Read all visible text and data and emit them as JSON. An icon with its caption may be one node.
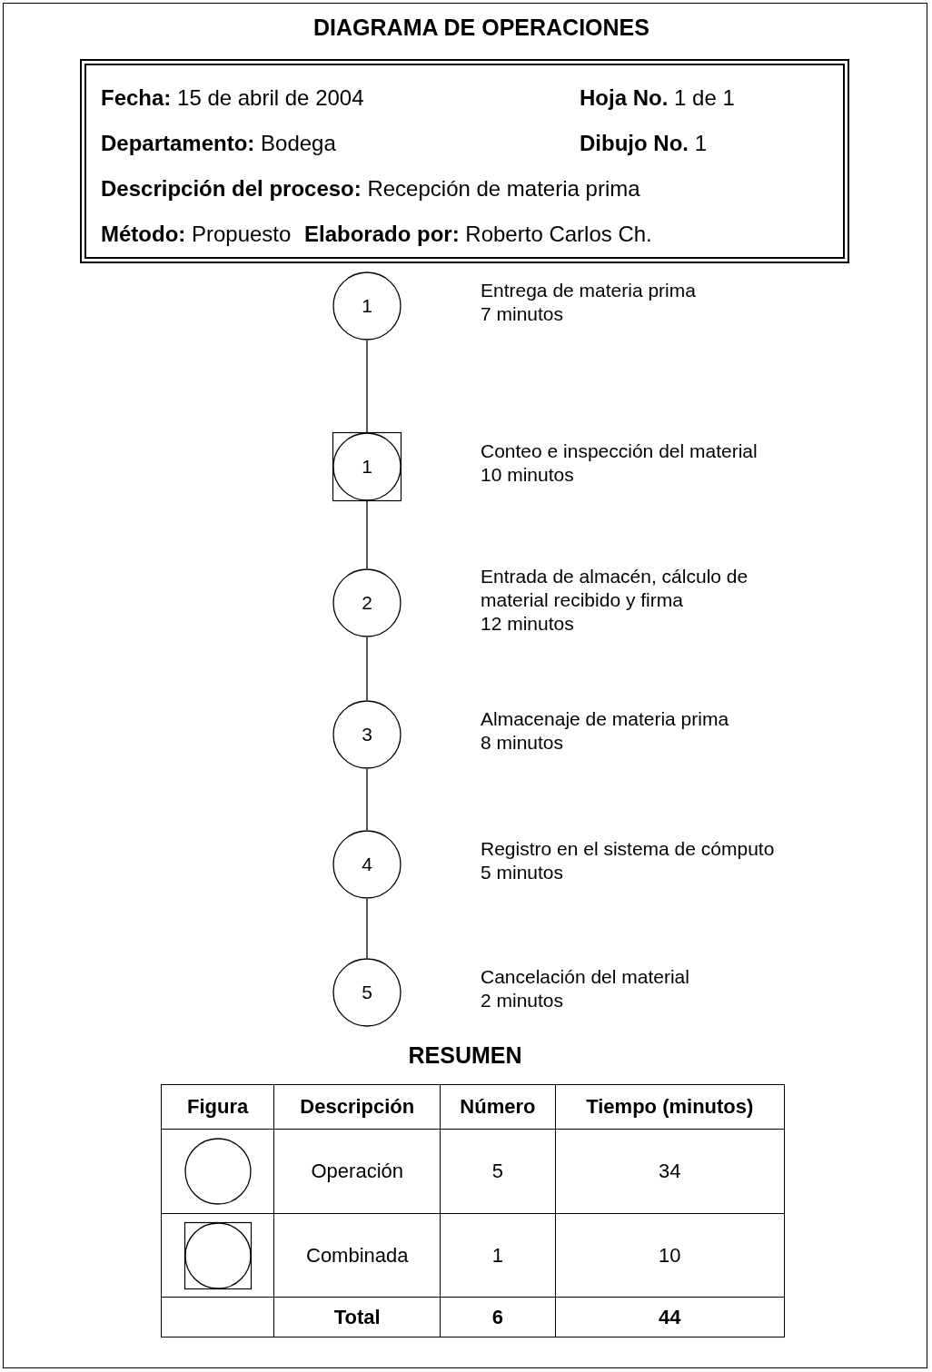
{
  "diagram": {
    "title": "DIAGRAMA DE OPERACIONES",
    "nodes": [
      {
        "text": [
          "**Fecha:** 15 de abril de 2004",
          "**Hoja No.** 1 de 1",
          "**Departamento:** Bodega",
          "**Dibujo No.** 1",
          "**Descripción del proceso:** Recepción de materia prima",
          "**Método:** Propuesto",
          "**Elaborado por:** Roberto Carlos Ch."
        ]
      },
      {
        "text": [
          "1"
        ],
        "beside": [
          "Entrega de materia prima",
          "7 minutos"
        ]
      },
      {
        "text": [
          "1"
        ],
        "beside": [
          "Conteo e inspección del material",
          "10 minutos"
        ]
      },
      {
        "text": [
          "2"
        ],
        "beside": [
          "Entrada de almacén, cálculo de material recibido y firma",
          "12 minutos"
        ]
      },
      {
        "text": [
          "3"
        ],
        "beside": [
          "Almacenaje de materia prima",
          "8 minutos"
        ]
      },
      {
        "text": [
          "4"
        ],
        "beside": [
          "Registro en el sistema de cómputo",
          "5 minutos"
        ]
      },
      {
        "text": [
          "5"
        ],
        "beside": [
          "Cancelación del material",
          "2 minutos"
        ]
      }
    ],
    "edges": [
      {
        "from": 1,
        "to": 2,
        "arrow": "none"
      },
      {
        "from": 2,
        "to": 3,
        "arrow": "none"
      },
      {
        "from": 3,
        "to": 4,
        "arrow": "none"
      },
      {
        "from": 4,
        "to": 5,
        "arrow": "none"
      },
      {
        "from": 5,
        "to": 6,
        "arrow": "none"
      }
    ],
    "labels": [
      "RESUMEN",
      "Figura",
      "Descripción",
      "Número",
      "Tiempo (minutos)",
      "Operación",
      "5",
      "34",
      "Combinada",
      "1",
      "10",
      "Total",
      "6",
      "44"
    ]
  }
}
